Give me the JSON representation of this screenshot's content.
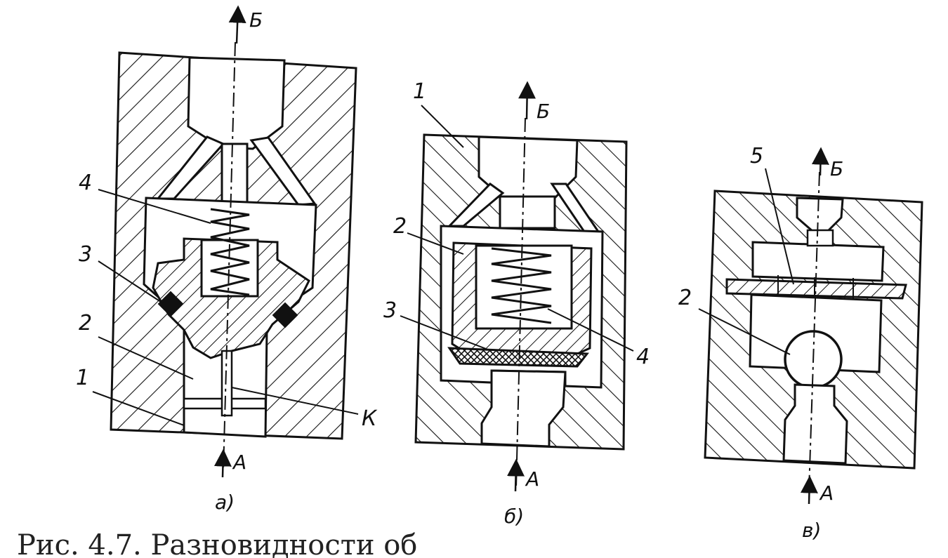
{
  "figure": {
    "caption": "Рис. 4.7. Разновидности об",
    "panels": [
      {
        "id": "a",
        "sublabel": "а)",
        "flow_in": "А",
        "flow_out": "Б",
        "parts": [
          "1",
          "2",
          "3",
          "4",
          "К"
        ]
      },
      {
        "id": "b",
        "sublabel": "б)",
        "flow_in": "А",
        "flow_out": "Б",
        "parts": [
          "1",
          "2",
          "3",
          "4"
        ]
      },
      {
        "id": "v",
        "sublabel": "в)",
        "flow_in": "А",
        "flow_out": "Б",
        "parts": [
          "5",
          "2"
        ]
      }
    ]
  },
  "colors": {
    "ink": "#111111",
    "paper": "#ffffff"
  }
}
